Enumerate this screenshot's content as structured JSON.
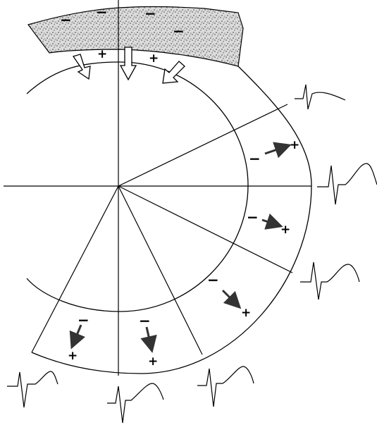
{
  "colors": {
    "stroke": "#000000",
    "fill_arrow": "#333333",
    "band_fill": "#dcdcdc",
    "band_speckle": "#555555",
    "background": "#ffffff"
  },
  "icons": {
    "hollow_arrow": "open-block-arrow",
    "solid_arrow": "filled-arrow",
    "waveform": "qrs-t-complex"
  },
  "labels": {
    "minus": "−",
    "plus": "+"
  }
}
